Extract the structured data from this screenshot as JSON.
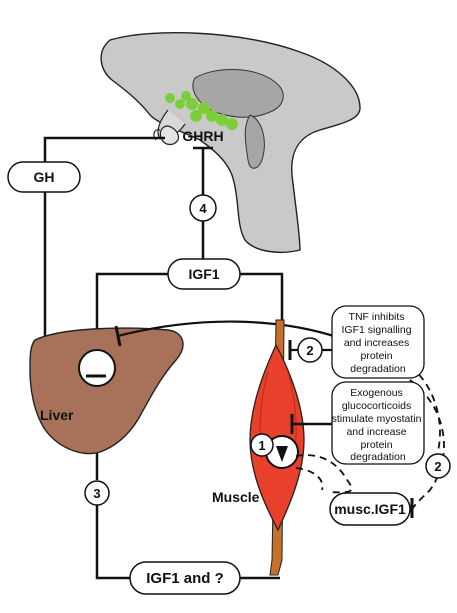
{
  "diagram": {
    "labels": {
      "ghrh": "GHRH",
      "gh": "GH",
      "igf1_top": "IGF1",
      "liver": "Liver",
      "muscle": "Muscle",
      "musc_igf1": "musc.IGF1",
      "igf1_bottom": "IGF1 and ?"
    },
    "numbered_markers": {
      "m1": "1",
      "m2_top": "2",
      "m2_bottom": "2",
      "m3": "3",
      "m4": "4"
    },
    "notes": {
      "tnf": [
        "TNF inhibits",
        "IGF1 signalling",
        "and increases",
        "protein",
        "degradation"
      ],
      "gluco": [
        "Exogenous",
        "glucocorticoids",
        "stimulate myostatin",
        "and increase",
        "protein",
        "degradation"
      ]
    },
    "colors": {
      "brain": "#c9c9c9",
      "brain_inner": "#a6a6a6",
      "hypothalamus": "#7ccf3a",
      "liver": "#a8725a",
      "muscle": "#e8402a",
      "tendon": "#c8702a"
    }
  }
}
